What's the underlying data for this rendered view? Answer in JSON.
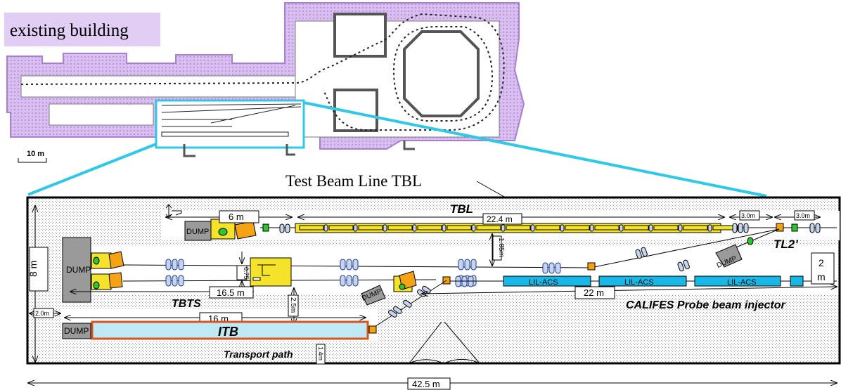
{
  "top": {
    "legend": "existing building",
    "scale": "10 m"
  },
  "title": "Test Beam Line TBL",
  "labels": {
    "tbl": "TBL",
    "tl2": "TL2’",
    "tbts": "TBTS",
    "itb": "ITB",
    "califes": "CALIFES Probe beam injector",
    "transport": "Transport path",
    "dump": "DUMP",
    "lil_acs": "LIL-ACS"
  },
  "dims": {
    "d6m": "6 m",
    "d22_4m": "22.4 m",
    "d3m_a": "3.0m",
    "d3m_b": "3.0m",
    "d1_85m": "1.85m",
    "d2m": "2",
    "d2m_unit": "m",
    "d8m": "8 m",
    "d0_75": "0.75",
    "d16_5m": "16.5 m",
    "d2_5m": "2.5m",
    "d22m": "22 m",
    "d2_0m": "2.0m",
    "d16m": "16 m",
    "d1_4m": "1.4m",
    "d42_5m": "42.5 m"
  },
  "colors": {
    "building": "#c9a6e6",
    "zoom": "#2fc8e6",
    "yellow": "#f4e32a",
    "cyan": "#19b7e6",
    "orange": "#f5a313",
    "label_red": "#c8501e",
    "itb_fill": "#bfeaf5",
    "itb_border": "#d9541e",
    "dump": "#9a9a9a",
    "green": "#2cc72c",
    "quad": "#4d6fb5"
  }
}
